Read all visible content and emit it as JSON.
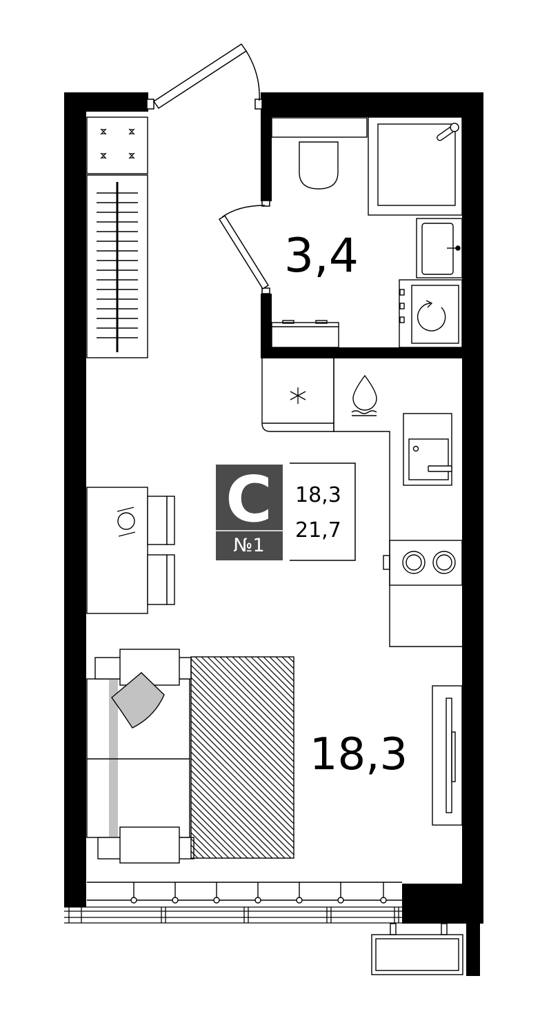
{
  "rooms": {
    "bathroom_area": "3,4",
    "living_area": "18,3"
  },
  "badge": {
    "type_letter": "C",
    "number": "№1",
    "living_area": "18,3",
    "total_area": "21,7"
  },
  "icons": {
    "fridge": "snowflake-icon",
    "sink": "water-drop-icon"
  },
  "colors": {
    "wall": "#000000",
    "badge_bg": "#4b4b4b",
    "pillow": "#c2c2c2",
    "line": "#333333"
  }
}
